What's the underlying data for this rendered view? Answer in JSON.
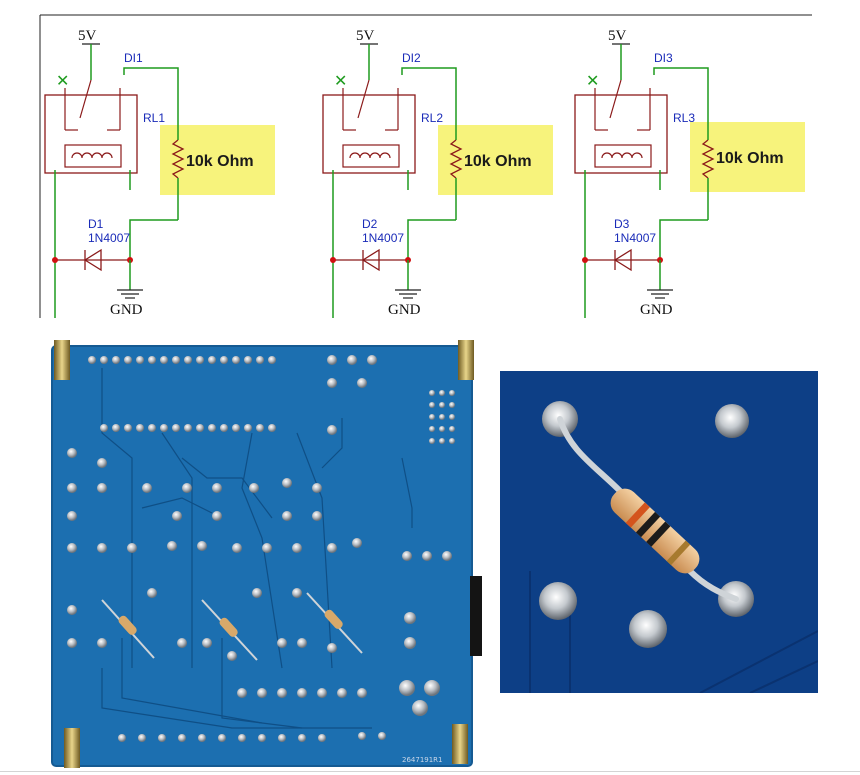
{
  "schematic": {
    "power_label": "5V",
    "ground_label": "GND",
    "resistor_value": "10k Ohm",
    "highlight_color": "#f7f37c",
    "wire_color": "#1f9b1f",
    "relay_color": "#8b1a1a",
    "junction_color": "#d01010",
    "label_color": "#1a2bb8",
    "channels": [
      {
        "signal": "DI1",
        "relay": "RL1",
        "diode": "D1",
        "diode_part": "1N4007"
      },
      {
        "signal": "DI2",
        "relay": "RL2",
        "diode": "D2",
        "diode_part": "1N4007"
      },
      {
        "signal": "DI3",
        "relay": "RL3",
        "diode": "D3",
        "diode_part": "1N4007"
      }
    ]
  },
  "pcb_photo": {
    "board_color": "#1c6fb0",
    "silkscreen_code": "2647191R1"
  },
  "zoom_photo": {
    "board_color": "#0d3f86"
  }
}
